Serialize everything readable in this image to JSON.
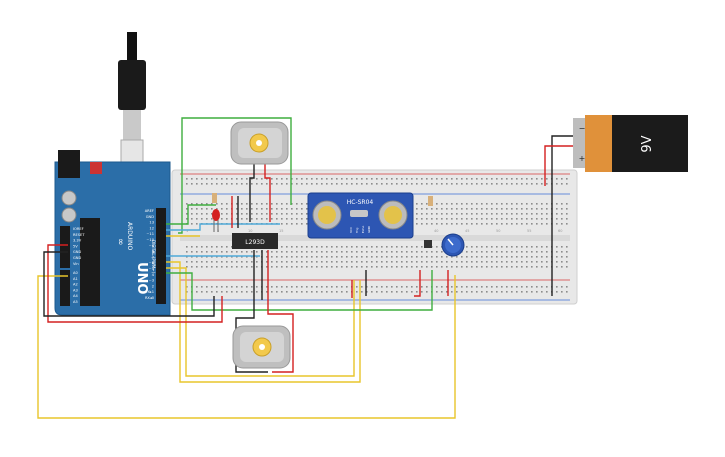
{
  "arduino": {
    "brand": "ARDUINO",
    "model": "UNO",
    "header_top_labels": [
      "AREF",
      "GND",
      "13",
      "12",
      "~11",
      "~10",
      "~9",
      "8",
      "7",
      "~6",
      "~5",
      "4",
      "~3",
      "2",
      "TX▸1",
      "RX◂0"
    ],
    "power_labels": [
      "IOREF",
      "RESET",
      "3.3V",
      "5V",
      "GND",
      "GND",
      "Vin"
    ],
    "analog_labels": [
      "A0",
      "A1",
      "A2",
      "A3",
      "A4",
      "A5"
    ],
    "section_power": "POWER",
    "section_analog": "ANALOG IN",
    "section_digital": "DIGITAL (PWM~)"
  },
  "chip": {
    "label": "L293D"
  },
  "sensor": {
    "label": "HC-SR04",
    "pins": [
      "VCC",
      "Trig",
      "Echo",
      "GND"
    ]
  },
  "battery": {
    "voltage": "9V",
    "minus": "−",
    "plus": "+"
  },
  "breadboard": {
    "col_numbers": [
      "1",
      "5",
      "10",
      "15",
      "20",
      "25",
      "30",
      "35",
      "40",
      "45",
      "50",
      "55",
      "60"
    ],
    "row_letters": [
      "a",
      "b",
      "c",
      "d",
      "e",
      "f",
      "g",
      "h",
      "i",
      "j"
    ]
  },
  "colors": {
    "board": "#2b6ea8",
    "breadboard": "#e8e8e8",
    "battery_orange": "#e0913a",
    "battery_black": "#1b1b1b",
    "wire_red": "#d42020",
    "wire_black": "#222222",
    "wire_green": "#3fae3f",
    "wire_yellow": "#e8c52b",
    "wire_blue": "#4fa9d8",
    "motor": "#bfbfbf",
    "motor_hub": "#f2c94c"
  }
}
